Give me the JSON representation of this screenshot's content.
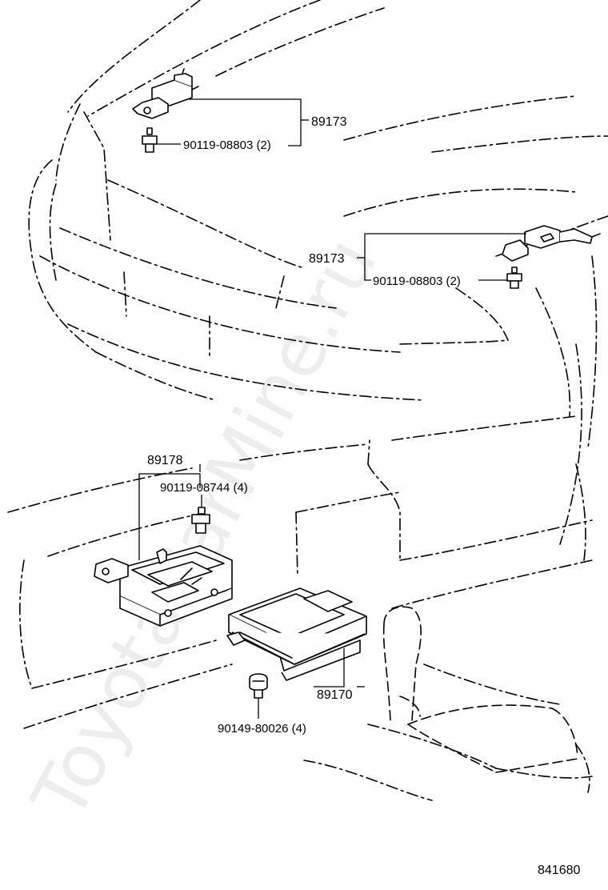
{
  "watermark": "ToyotaCarMine.ru",
  "callouts": {
    "sensor_upper": {
      "part_no": "89173",
      "bolt": "90119-08803 (2)"
    },
    "sensor_right": {
      "part_no": "89173",
      "bolt": "90119-08803 (2)"
    },
    "bracket": {
      "part_no": "89178",
      "bolt": "90119-08744 (4)"
    },
    "ecu": {
      "part_no": "89170",
      "screw": "90149-80026 (4)"
    }
  },
  "figure_id": "841680"
}
